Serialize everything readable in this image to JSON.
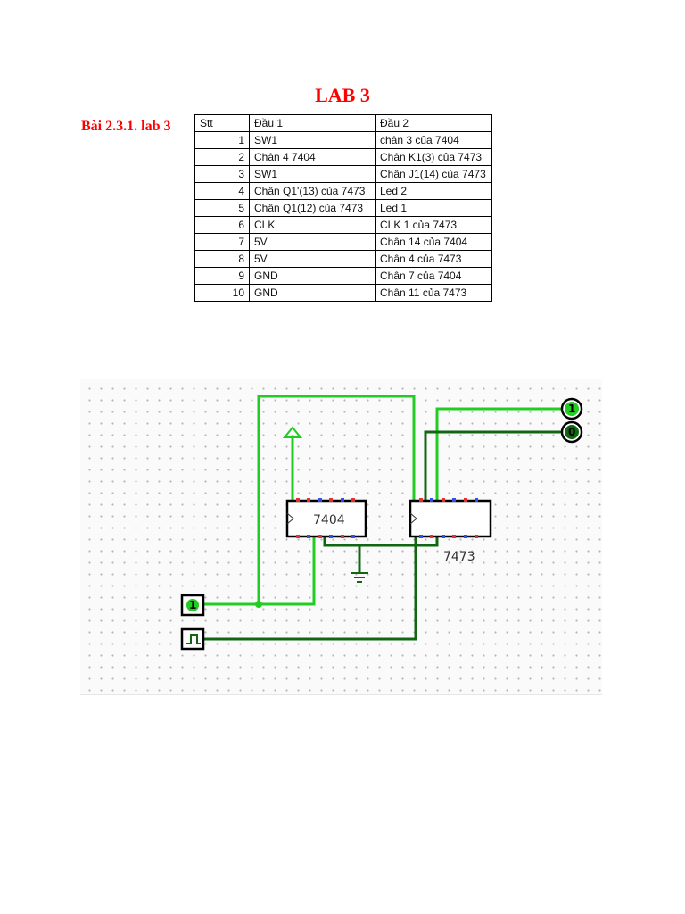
{
  "title": "LAB 3",
  "subtitle": "Bài 2.3.1. lab 3",
  "table": {
    "headers": [
      "Stt",
      "Đầu 1",
      "Đầu 2"
    ],
    "rows": [
      {
        "stt": "1",
        "a": "SW1",
        "b": "chân 3 của 7404"
      },
      {
        "stt": "2",
        "a": "Chân 4 7404",
        "b": "Chân K1(3) của 7473"
      },
      {
        "stt": "3",
        "a": "SW1",
        "b": "Chân J1(14) của 7473"
      },
      {
        "stt": "4",
        "a": "Chân Q1'(13) của 7473",
        "b": "Led 2"
      },
      {
        "stt": "5",
        "a": "Chân Q1(12) của 7473",
        "b": "Led 1"
      },
      {
        "stt": "6",
        "a": "CLK",
        "b": "CLK 1 của 7473"
      },
      {
        "stt": "7",
        "a": "5V",
        "b": "Chân 14 của 7404"
      },
      {
        "stt": "8",
        "a": "5V",
        "b": "Chân 4 của 7473"
      },
      {
        "stt": "9",
        "a": "GND",
        "b": "Chân 7 của 7404"
      },
      {
        "stt": "10",
        "a": "GND",
        "b": "Chân 11 của 7473"
      }
    ]
  },
  "circuit": {
    "chip1_label": "7404",
    "chip2_label": "7473",
    "led1_value": "1",
    "led2_value": "0",
    "switch_value": "1",
    "colors": {
      "wire_high": "#22cc22",
      "wire_low": "#116611",
      "pin_red": "#e03030",
      "pin_blue": "#3050e0"
    }
  }
}
